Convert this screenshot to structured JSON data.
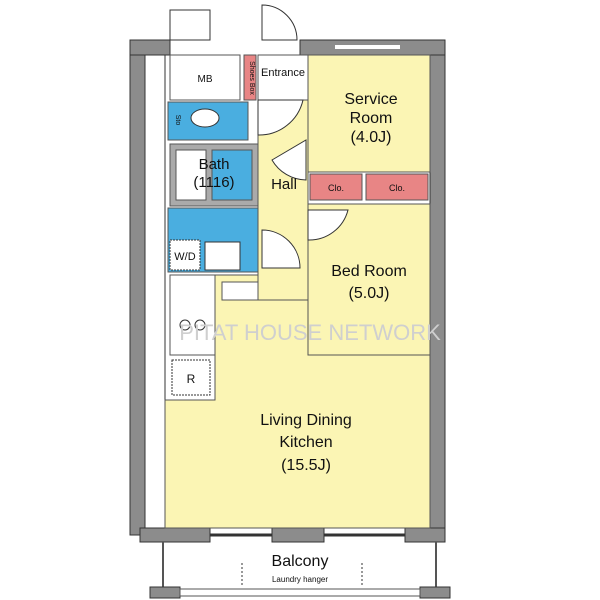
{
  "colors": {
    "living": "#fbf5b4",
    "wet": "#4aaee0",
    "closet": "#e88585",
    "wall": "#8c8c8c"
  },
  "rooms": {
    "mb": "MB",
    "shoes_box": "Shoes Box",
    "entrance": "Entrance",
    "service_room": {
      "name1": "Service",
      "name2": "Room",
      "size": "(4.0J)"
    },
    "toilet_label": "Sto",
    "bath": {
      "name": "Bath",
      "size": "(1116)"
    },
    "hall": "Hall",
    "closet1": "Clo.",
    "closet2": "Clo.",
    "wd": "W/D",
    "bed_room": {
      "name": "Bed Room",
      "size": "(5.0J)"
    },
    "fridge": "R",
    "ldk": {
      "line1": "Living Dining",
      "line2": "Kitchen",
      "size": "(15.5J)"
    },
    "balcony": {
      "name": "Balcony",
      "note": "Laundry hanger"
    }
  },
  "watermark": "PITAT HOUSE NETWORK"
}
